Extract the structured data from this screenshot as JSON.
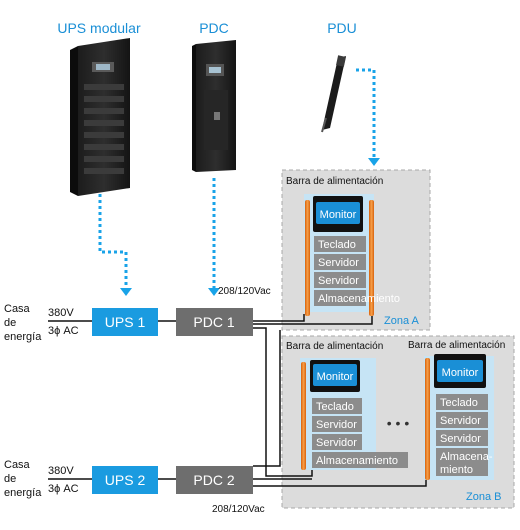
{
  "equipment": {
    "ups_label": "UPS modular",
    "pdc_label": "PDC",
    "pdu_label": "PDU"
  },
  "source1": {
    "line1": "Casa",
    "line2": "de",
    "line3": "energía",
    "v_top": "380V",
    "v_bottom": "3ϕ AC"
  },
  "source2": {
    "line1": "Casa",
    "line2": "de",
    "line3": "energía",
    "v_top": "380V",
    "v_bottom": "3ϕ AC"
  },
  "boxes": {
    "ups1": "UPS 1",
    "pdc1": "PDC 1",
    "ups2": "UPS 2",
    "pdc2": "PDC 2"
  },
  "output_voltage": "208/120Vac",
  "zone_a": {
    "label": "Zona A",
    "rack": {
      "title": "Barra de alimentación",
      "monitor": "Monitor",
      "items": [
        "Teclado",
        "Servidor",
        "Servidor",
        "Almacenamiento"
      ]
    }
  },
  "zone_b": {
    "label": "Zona B",
    "rack1": {
      "title": "Barra de alimentación",
      "monitor": "Monitor",
      "items": [
        "Teclado",
        "Servidor",
        "Servidor",
        "Almacenamiento"
      ]
    },
    "rack2": {
      "title": "Barra de alimentación",
      "monitor": "Monitor",
      "items": [
        "Teclado",
        "Servidor",
        "Servidor"
      ],
      "storage": [
        "Almacena-",
        "miento"
      ]
    },
    "ellipsis": "• • •"
  },
  "colors": {
    "title_blue": "#1a8fd6",
    "box_blue": "#1a9be0",
    "box_gray": "#6e6e6e",
    "dotted_arrow": "#19a3e8",
    "zone_bg": "#dcdcdc",
    "rack_panel": "#c6e4f5",
    "item_gray": "#8c8c8c",
    "monitor_blue": "#1a8fd6",
    "strip_orange": "#f07f1e"
  }
}
